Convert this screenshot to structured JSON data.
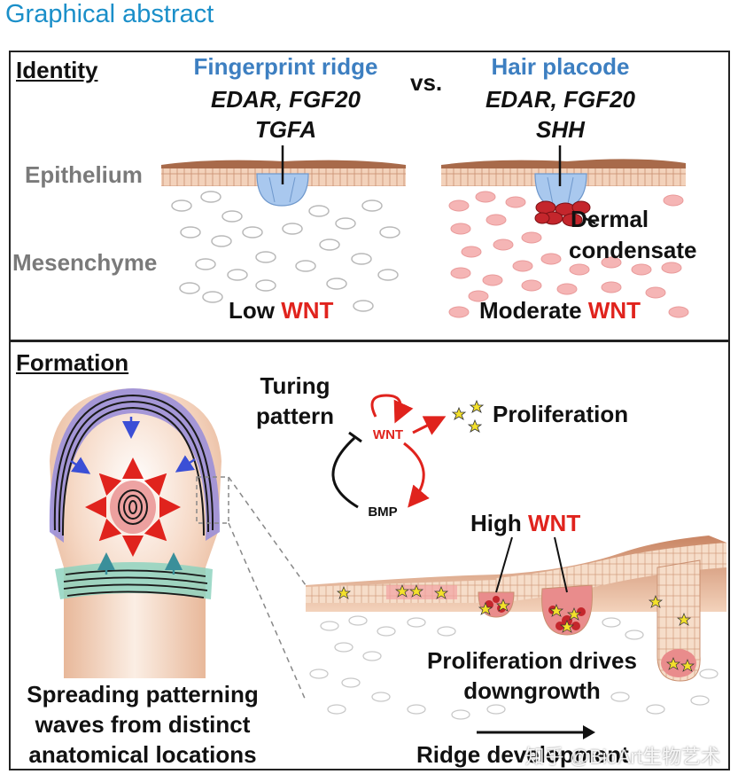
{
  "page_title": "Graphical abstract",
  "identity": {
    "section_title": "Identity",
    "vs_label": "vs.",
    "fingerprint": {
      "heading": "Fingerprint ridge",
      "genes_line1": "EDAR, FGF20",
      "genes_line2": "TGFA",
      "wnt_prefix": "Low",
      "wnt_word": "WNT"
    },
    "hair": {
      "heading": "Hair placode",
      "genes_line1": "EDAR, FGF20",
      "genes_line2": "SHH",
      "wnt_prefix": "Moderate",
      "wnt_word": "WNT",
      "dermal_line1": "Dermal",
      "dermal_line2": "condensate"
    },
    "epithelium_label": "Epithelium",
    "mesenchyme_label": "Mesenchyme"
  },
  "formation": {
    "section_title": "Formation",
    "turing_line1": "Turing",
    "turing_line2": "pattern",
    "wnt_node": "WNT",
    "bmp_node": "BMP",
    "proliferation_label": "Proliferation",
    "high_prefix": "High",
    "high_wnt": "WNT",
    "drives_line1": "Proliferation drives",
    "drives_line2": "downgrowth",
    "ridge_development": "Ridge development",
    "spreading_line1": "Spreading patterning",
    "spreading_line2": "waves from distinct",
    "spreading_line3": "anatomical locations"
  },
  "watermark": "知乎 @BioArt生物艺术",
  "colors": {
    "title_blue": "#1b8fc9",
    "heading_blue": "#3d7fc1",
    "wnt_red": "#e0231d",
    "placode_blue": "#a9c8ee",
    "condensate_red": "#c4262c",
    "wave_purple": "#9b8fd8",
    "wave_teal": "#8fd3c0",
    "epithelium_tan": "#e8b89a"
  }
}
